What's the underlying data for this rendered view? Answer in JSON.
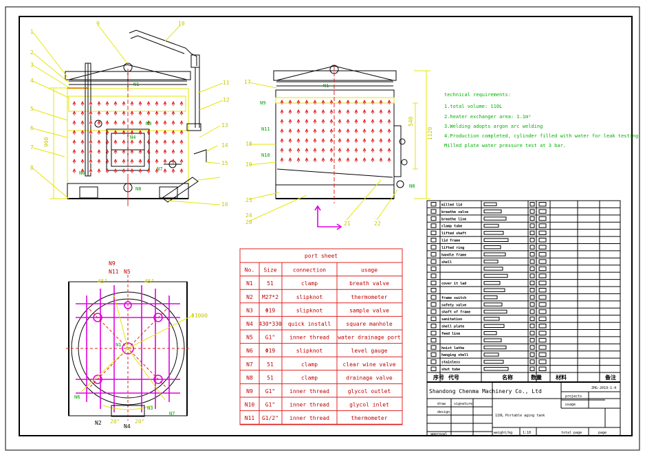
{
  "technical": {
    "heading": "technical requirements:",
    "lines": [
      "1.total volume: 110L",
      "2.heater exchanger area: 1.1m²",
      "3.Welding adopts argon arc welding",
      "4.Production completed, cylinder filled with water for leak testing,",
      "Milled plate water pressure test at 3 bar."
    ]
  },
  "part_sheet": {
    "title": "port sheet",
    "headers": [
      "No.",
      "Size",
      "connection",
      "usage"
    ],
    "rows": [
      [
        "N1",
        "51",
        "clamp",
        "breath valve"
      ],
      [
        "N2",
        "M27*2",
        "slipknot",
        "thermometer"
      ],
      [
        "N3",
        "Φ19",
        "slipknot",
        "sample valve"
      ],
      [
        "N4",
        "430*330",
        "quick install",
        "square manhole"
      ],
      [
        "N5",
        "G1\"",
        "inner thread",
        "water drainage port"
      ],
      [
        "N6",
        "Φ19",
        "slipknot",
        "level gauge"
      ],
      [
        "N7",
        "51",
        "clamp",
        "clear wine valve"
      ],
      [
        "N8",
        "51",
        "clamp",
        "drainage valve"
      ],
      [
        "N9",
        "G1\"",
        "inner thread",
        "glycol outlet"
      ],
      [
        "N10",
        "G1\"",
        "inner thread",
        "glycol inlet"
      ],
      [
        "N11",
        "G1/2\"",
        "inner thread",
        "thermometer"
      ]
    ]
  },
  "front_view": {
    "part_numbers": [
      "1",
      "2",
      "3",
      "4",
      "5",
      "6",
      "7",
      "8",
      "9",
      "10",
      "11",
      "12",
      "13",
      "14",
      "15",
      "16"
    ],
    "nozzles": [
      "N1",
      "N3",
      "N4",
      "N6",
      "N7",
      "N8"
    ],
    "dimension": "960"
  },
  "side_view": {
    "part_numbers": [
      "17",
      "18",
      "19",
      "20",
      "21",
      "22",
      "23",
      "24"
    ],
    "nozzles": [
      "N1",
      "N9",
      "N11",
      "N10",
      "N8"
    ],
    "dimensions": [
      "1120",
      "540"
    ]
  },
  "plan_view": {
    "nozzles": [
      "N9",
      "N11",
      "N5",
      "N1",
      "N6",
      "N2",
      "N3",
      "N4",
      "N7"
    ],
    "angles": [
      "45°",
      "45°",
      "20°",
      "20°"
    ],
    "dimension": "Φ1000"
  },
  "title_block": {
    "company": "Shandong Chenma Machinery Co., Ltd",
    "drawing_title": "110L Portable aging tank",
    "projects_label": "projects",
    "usage_label": "usage",
    "drawing_no": "ZHG-2019-1-4",
    "draw_label": "draw",
    "signature_label": "signature",
    "design_label": "design",
    "approval_label": "approval",
    "weight_label": "weight/kg",
    "scale_label": "1:10",
    "total_pages_label": "total page",
    "page_label": "page",
    "col_headers": [
      "序号",
      "代号",
      "名称",
      "数量",
      "材料",
      "备注"
    ],
    "parts_list": [
      "milled lid",
      "breathe valve",
      "breathe line",
      "clamp tube",
      "lifted shaft",
      "lid frame",
      "lifted ring",
      "handle frame",
      "shell",
      "",
      "",
      "cover it lad",
      "",
      "frame switch",
      "safety valve",
      "shaft of frame",
      "sanitation",
      "shell plate",
      "feed line",
      "",
      "hoist lathe",
      "hanging shell",
      "stainless",
      "shut tube"
    ]
  }
}
